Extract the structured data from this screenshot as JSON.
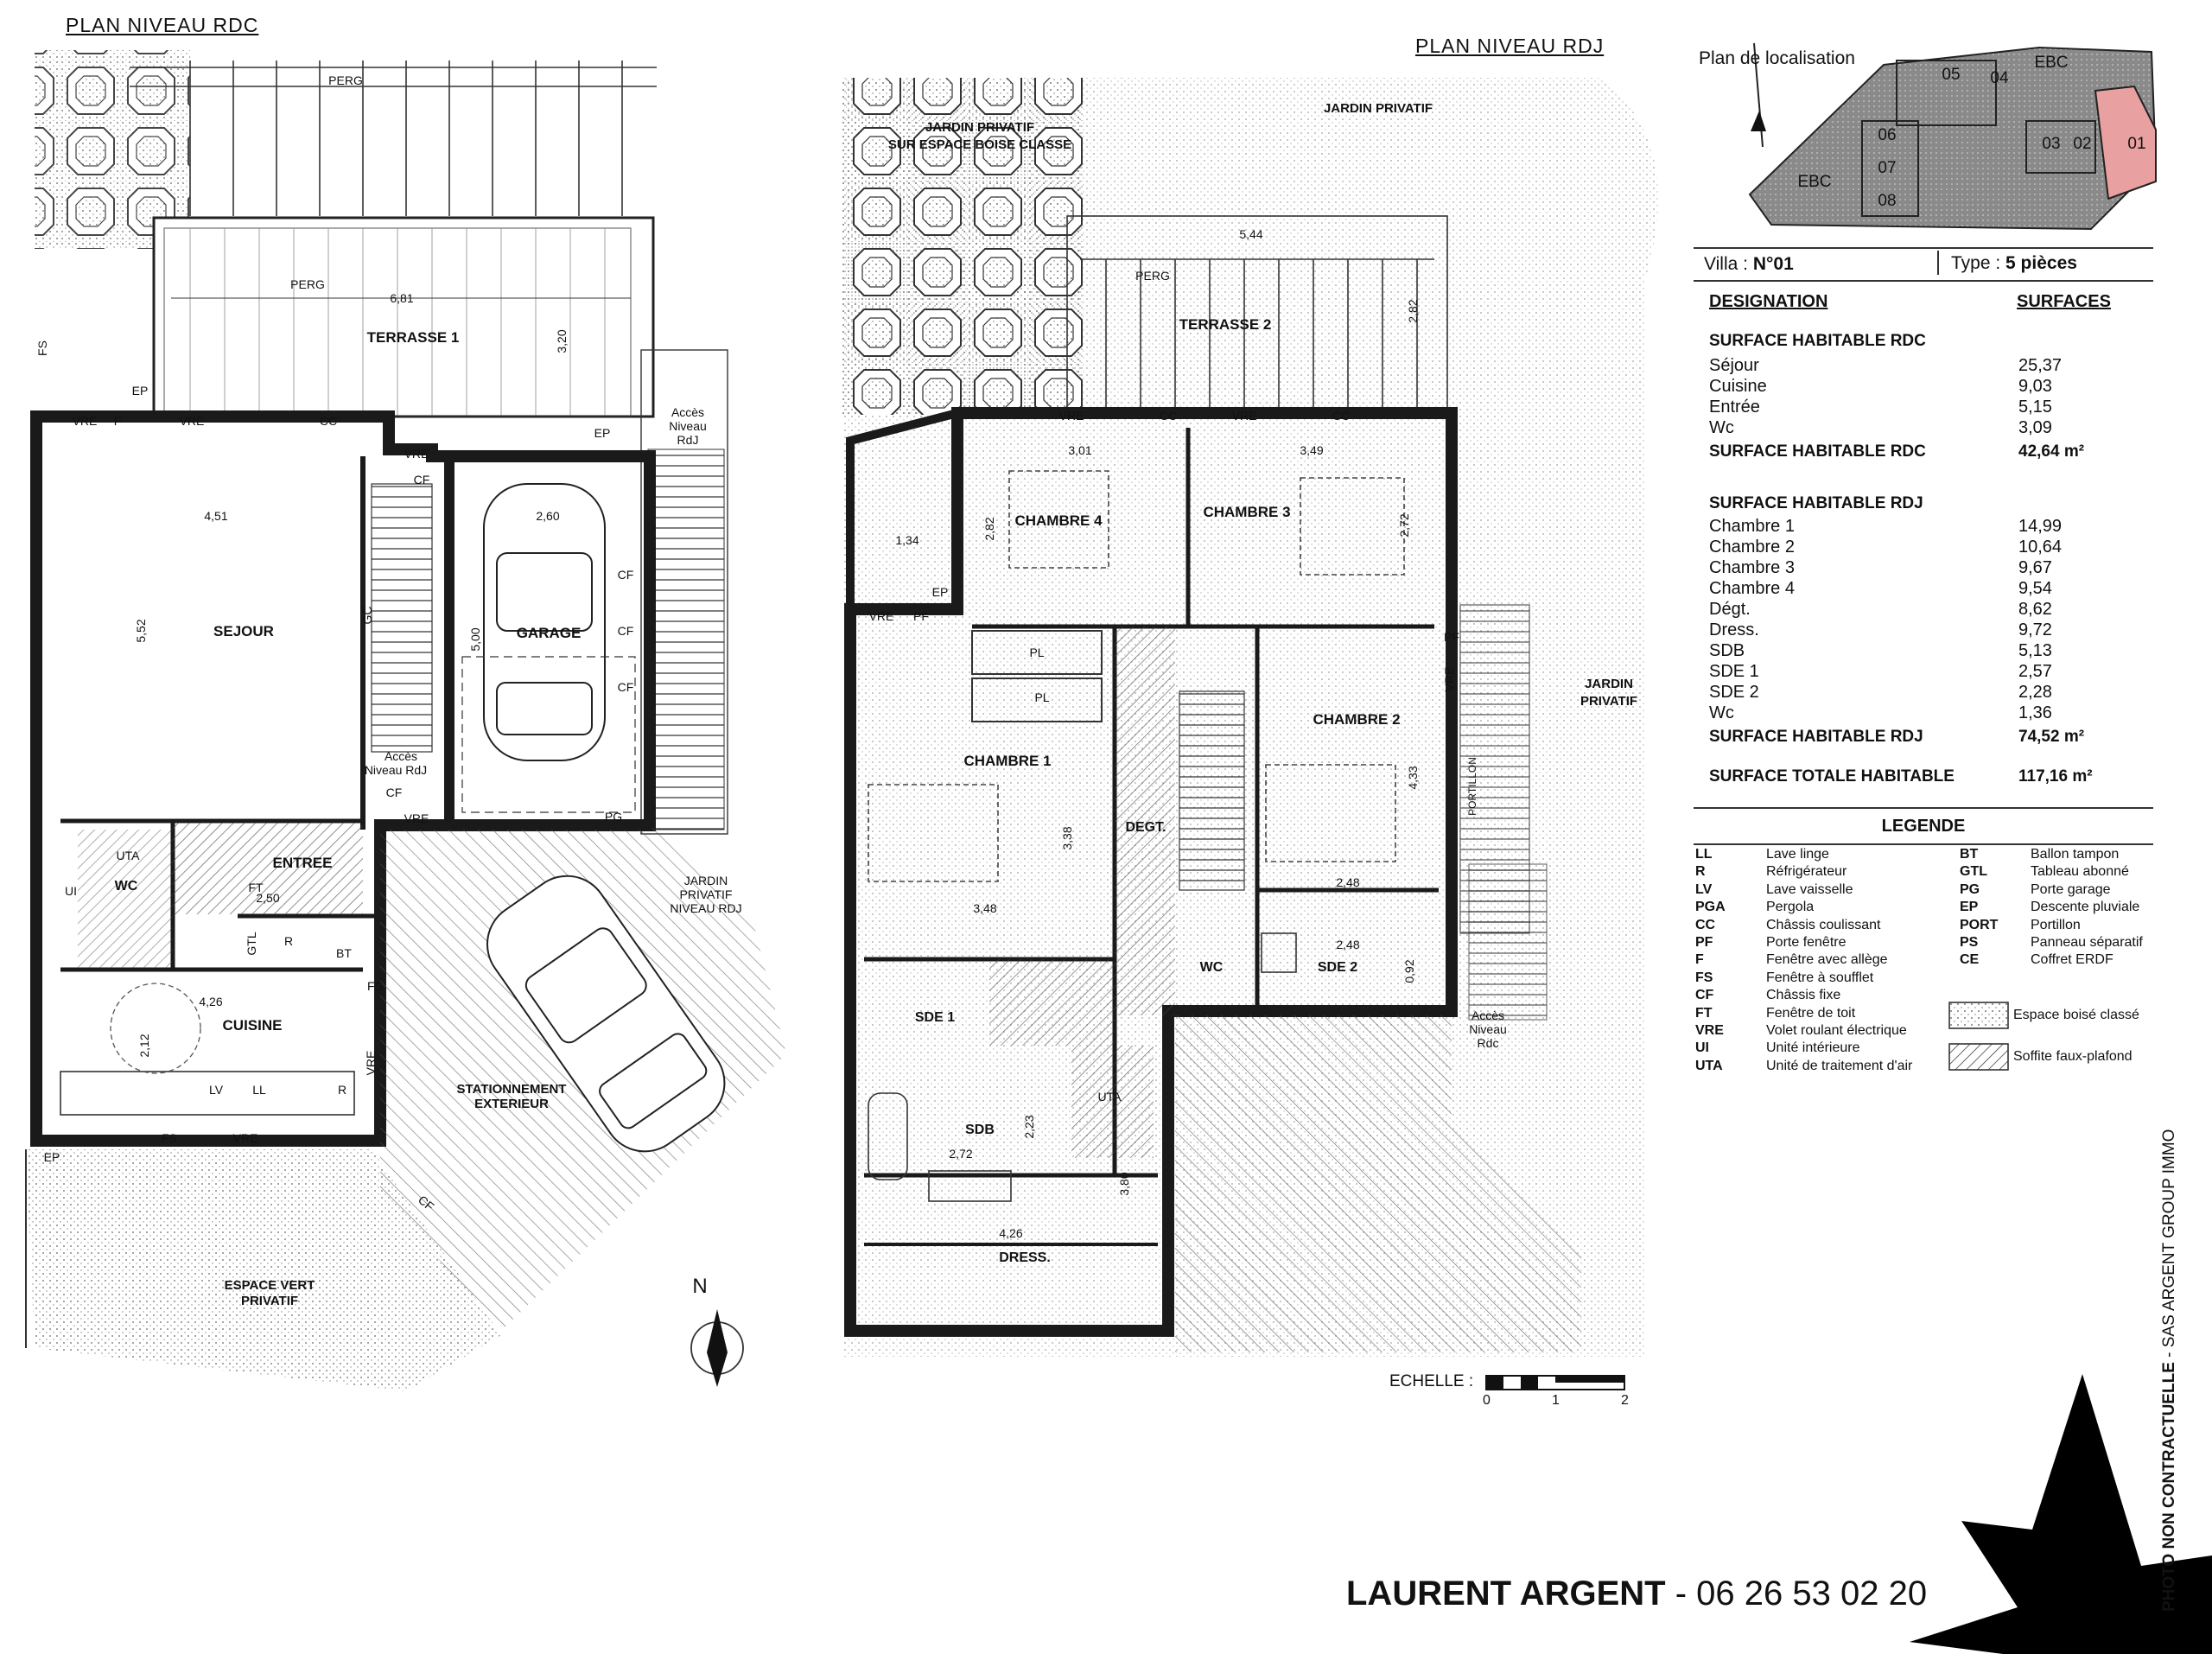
{
  "plans": {
    "rdc_title": "PLAN NIVEAU RDC",
    "rdj_title": "PLAN NIVEAU RDJ"
  },
  "rdc_labels": {
    "perg_top": "PERG",
    "perg": "PERG",
    "terrasse": "TERRASSE 1",
    "dim_681": "6,81",
    "dim_320": "3,20",
    "fs": "FS",
    "ep_1": "EP",
    "vre_f": "VRE",
    "f": "F",
    "vre_cc": "VRE",
    "cc": "CC",
    "ep_2": "EP",
    "acces_niveau_rdj": [
      "Accès",
      "Niveau",
      "RdJ"
    ],
    "vre_garage": "VRE",
    "cf_1": "CF",
    "dim_451": "4,51",
    "dim_552": "5,52",
    "sejour": "SEJOUR",
    "gc": "GC",
    "dim_260": "2,60",
    "garage": "GARAGE",
    "dim_500": "5,00",
    "cf_2": "CF",
    "cf_3": "CF",
    "cf_4": "CF",
    "acces_niveau_rdj_2": [
      "Accès",
      "Niveau RdJ"
    ],
    "cf_5": "CF",
    "vre_2": "VRE",
    "pg": "PG",
    "uta": "UTA",
    "entree": "ENTREE",
    "wc": "WC",
    "ui": "UI",
    "ft": "FT",
    "dim_250": "2,50",
    "gtl": "GTL",
    "r": "R",
    "bt": "BT",
    "fs_2": "FS",
    "dim_426": "4,26",
    "dim_212": "2,12",
    "cuisine": "CUISINE",
    "vre_3": "VRE",
    "lv": "LV",
    "ll": "LL",
    "r_2": "R",
    "fs_3": "FS",
    "vre_4": "VRE",
    "ep_3": "EP",
    "jardin_privatif_rdj": [
      "JARDIN",
      "PRIVATIF",
      "NIVEAU RDJ"
    ],
    "stationnement": [
      "STATIONNEMENT",
      "EXTERIEUR"
    ],
    "espace_vert": [
      "ESPACE VERT",
      "PRIVATIF"
    ],
    "cf_6": "CF",
    "north": "N"
  },
  "rdj_labels": {
    "jardin_boise": [
      "JARDIN PRIVATIF",
      "SUR ESPACE BOISE CLASSE"
    ],
    "jardin_privatif": "JARDIN PRIVATIF",
    "perg": "PERG",
    "dim_544": "5,44",
    "terrasse": "TERRASSE 2",
    "dim_282": "2,82",
    "vre_1": "VRE",
    "cc_1": "CC",
    "vre_2": "VRE",
    "cc_2": "CC",
    "dim_301": "3,01",
    "dim_349": "3,49",
    "chambre4": "CHAMBRE 4",
    "dim_282b": "2,82",
    "chambre3": "CHAMBRE 3",
    "dim_272": "2,72",
    "dim_134": "1,34",
    "ep": "EP",
    "vre_3": "VRE",
    "pf_1": "PF",
    "pl_1": "PL",
    "pl_2": "PL",
    "pf_2": "PF",
    "vre_4": "VRE",
    "jardin_privatif_2": [
      "JARDIN",
      "PRIVATIF"
    ],
    "chambre1": "CHAMBRE 1",
    "dim_338": "3,38",
    "degt": "DEGT.",
    "chambre2": "CHAMBRE 2",
    "dim_433": "4,33",
    "portillon": "PORTILLON",
    "dim_348": "3,48",
    "dim_248": "2,48",
    "dim_248b": "2,48",
    "wc": "WC",
    "sde2": "SDE 2",
    "dim_092": "0,92",
    "sde1": "SDE 1",
    "acces_niveau_rdc": [
      "Accès",
      "Niveau",
      "Rdc"
    ],
    "uta": "UTA",
    "sdb": "SDB",
    "dim_272b": "2,72",
    "dim_223": "2,23",
    "dim_380": "3,80",
    "dim_426": "4,26",
    "dress": "DRESS."
  },
  "localisation": {
    "title": "Plan de localisation",
    "lots": [
      "01",
      "02",
      "03",
      "04",
      "05",
      "06",
      "07",
      "08"
    ],
    "ebc_1": "EBC",
    "ebc_2": "EBC"
  },
  "villa": {
    "label": "Villa :",
    "number": "N°01",
    "type_label": "Type :",
    "type_value": "5 pièces"
  },
  "surfaces": {
    "designation_header": "DESIGNATION",
    "surfaces_header": "SURFACES",
    "rdc_title": "SURFACE HABITABLE RDC",
    "rdc_rows": [
      {
        "name": "Séjour",
        "value": "25,37"
      },
      {
        "name": "Cuisine",
        "value": "9,03"
      },
      {
        "name": "Entrée",
        "value": "5,15"
      },
      {
        "name": "Wc",
        "value": "3,09"
      }
    ],
    "rdc_total": {
      "name": "SURFACE HABITABLE RDC",
      "value": "42,64 m²"
    },
    "rdj_title": "SURFACE HABITABLE RDJ",
    "rdj_rows": [
      {
        "name": "Chambre 1",
        "value": "14,99"
      },
      {
        "name": "Chambre 2",
        "value": "10,64"
      },
      {
        "name": "Chambre 3",
        "value": "9,67"
      },
      {
        "name": "Chambre 4",
        "value": "9,54"
      },
      {
        "name": "Dégt.",
        "value": "8,62"
      },
      {
        "name": "Dress.",
        "value": "9,72"
      },
      {
        "name": "SDB",
        "value": "5,13"
      },
      {
        "name": "SDE 1",
        "value": "2,57"
      },
      {
        "name": "SDE 2",
        "value": "2,28"
      },
      {
        "name": "Wc",
        "value": "1,36"
      }
    ],
    "rdj_total": {
      "name": "SURFACE HABITABLE RDJ",
      "value": "74,52 m²"
    },
    "grand_total": {
      "name": "SURFACE TOTALE HABITABLE",
      "value": "117,16 m²"
    }
  },
  "legend": {
    "title": "LEGENDE",
    "left": [
      {
        "code": "LL",
        "desc": "Lave linge"
      },
      {
        "code": "R",
        "desc": "Réfrigérateur"
      },
      {
        "code": "LV",
        "desc": "Lave vaisselle"
      },
      {
        "code": "PGA",
        "desc": "Pergola"
      },
      {
        "code": "CC",
        "desc": "Châssis coulissant"
      },
      {
        "code": "PF",
        "desc": "Porte fenêtre"
      },
      {
        "code": "F",
        "desc": "Fenêtre avec allège"
      },
      {
        "code": "FS",
        "desc": "Fenêtre à soufflet"
      },
      {
        "code": "CF",
        "desc": "Châssis fixe"
      },
      {
        "code": "FT",
        "desc": "Fenêtre de toit"
      },
      {
        "code": "VRE",
        "desc": "Volet roulant électrique"
      },
      {
        "code": "UI",
        "desc": "Unité intérieure"
      },
      {
        "code": "UTA",
        "desc": "Unité de traitement d'air"
      }
    ],
    "right": [
      {
        "code": "BT",
        "desc": "Ballon tampon"
      },
      {
        "code": "GTL",
        "desc": "Tableau abonné"
      },
      {
        "code": "PG",
        "desc": "Porte garage"
      },
      {
        "code": "EP",
        "desc": "Descente pluviale"
      },
      {
        "code": "PORT",
        "desc": "Portillon"
      },
      {
        "code": "PS",
        "desc": "Panneau séparatif"
      },
      {
        "code": "CE",
        "desc": "Coffret ERDF"
      }
    ],
    "swatch_ebc": "Espace boisé classé",
    "swatch_soffite": "Soffite faux-plafond"
  },
  "scale": {
    "label": "ECHELLE :",
    "ticks": [
      "0",
      "1",
      "2"
    ]
  },
  "contact": {
    "name": "LAURENT ARGENT",
    "separator": " - ",
    "phone": "06 26 53 02 20"
  },
  "vertical_note": {
    "strong": "PHOTO NON CONTRACTUELLE",
    "rest": " - SAS ARGENT GROUP IMMO"
  },
  "colors": {
    "wall": "#1a1a1a",
    "fill_wall": "#555555",
    "hatch": "#444444",
    "ebc_fill": "#8a8a8a",
    "lot01_highlight": "#e8a0a0",
    "star": "#000000"
  }
}
